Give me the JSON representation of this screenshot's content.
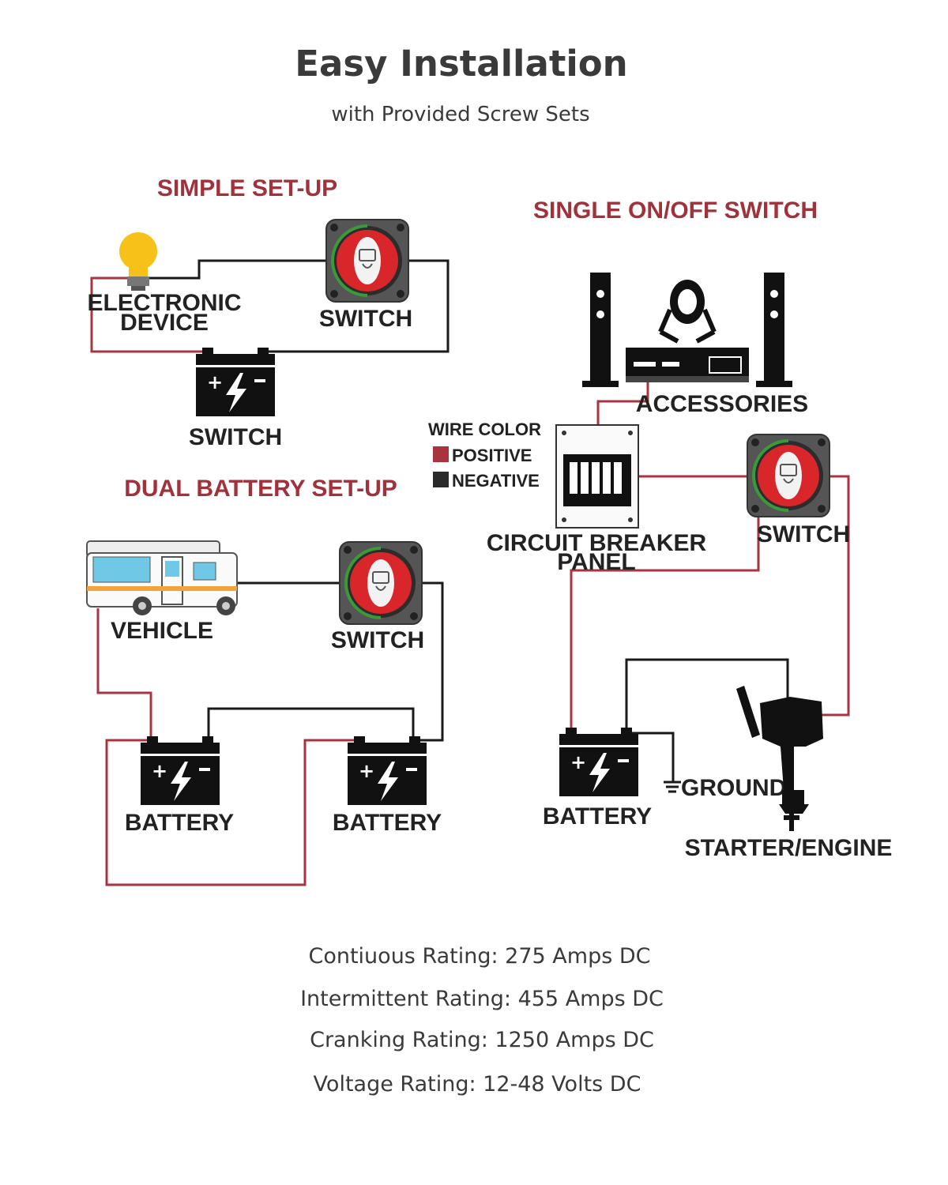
{
  "header": {
    "title": "Easy Installation",
    "subtitle": "with Provided Screw Sets"
  },
  "sections": {
    "simple": {
      "title": "SIMPLE SET-UP",
      "device_label_line1": "ELECTRONIC",
      "device_label_line2": "DEVICE",
      "switch_label": "SWITCH",
      "battery_label": "SWITCH"
    },
    "dual": {
      "title": "DUAL BATTERY SET-UP",
      "vehicle_label": "VEHICLE",
      "switch_label": "SWITCH",
      "battery1_label": "BATTERY",
      "battery2_label": "BATTERY"
    },
    "single": {
      "title": "SINGLE ON/OFF SWITCH",
      "accessories_label": "ACCESSORIES",
      "panel_label_line1": "CIRCUIT BREAKER",
      "panel_label_line2": "PANEL",
      "switch_label": "SWITCH",
      "battery_label": "BATTERY",
      "ground_label": "GROUND",
      "engine_label": "STARTER/ENGINE"
    }
  },
  "legend": {
    "title": "WIRE COLOR",
    "positive": "POSITIVE",
    "negative": "NEGATIVE",
    "positive_color": "#a9343f",
    "negative_color": "#1a1a1a"
  },
  "specs": [
    "Contiuous Rating: 275 Amps DC",
    "Intermittent Rating: 455 Amps DC",
    "Cranking Rating: 1250 Amps DC",
    "Voltage Rating: 12-48 Volts DC"
  ],
  "icons": [
    "light-bulb-icon",
    "battery-switch-icon",
    "battery-icon",
    "rv-vehicle-icon",
    "speaker-icon",
    "projector-icon",
    "receiver-icon",
    "circuit-breaker-icon",
    "outboard-engine-icon",
    "ground-icon"
  ]
}
